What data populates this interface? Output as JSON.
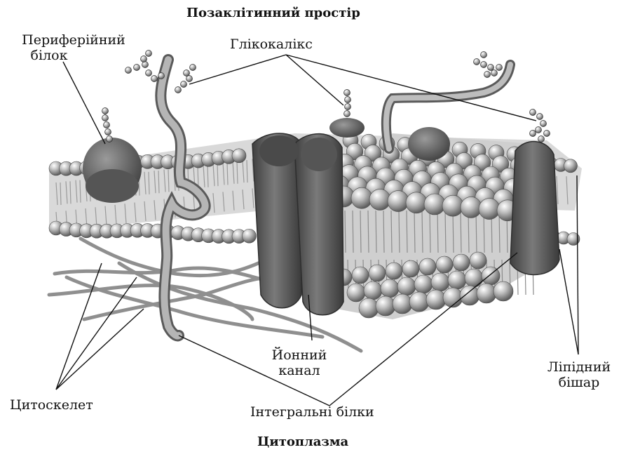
{
  "labels": {
    "top": "Позаклітинний простір",
    "bottom": "Цитоплазма",
    "peripheral_line1": "Периферійний",
    "peripheral_line2": "білок",
    "glycocalyx": "Глікокалікс",
    "ion_line1": "Йонний",
    "ion_line2": "канал",
    "lipid_line1": "Ліпідний",
    "lipid_line2": "бішар",
    "cytoskeleton": "Цитоскелет",
    "integral": "Інтегральні білки"
  }
}
